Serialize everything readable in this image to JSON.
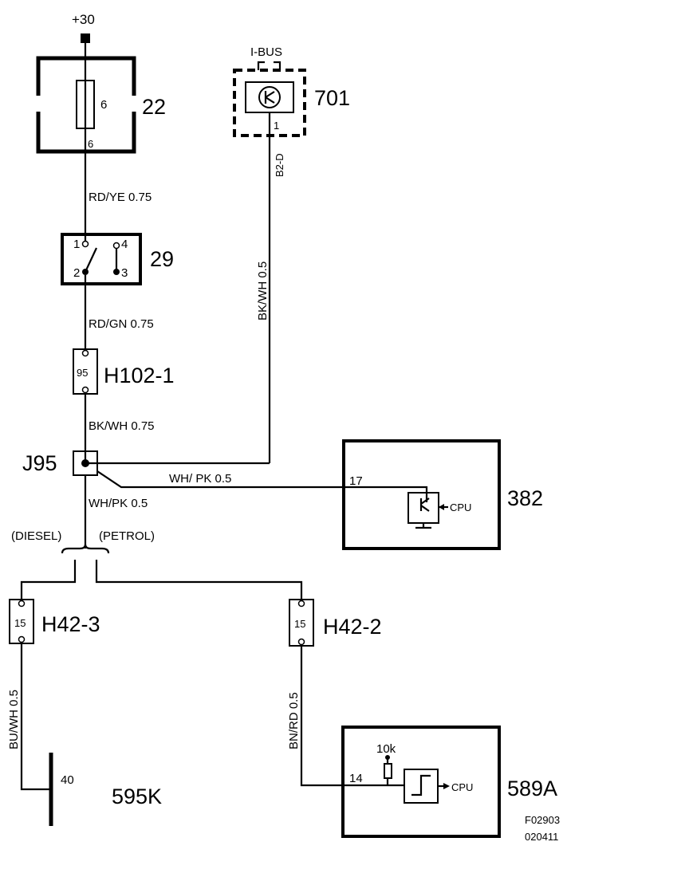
{
  "supply": {
    "label": "+30"
  },
  "components": {
    "fuse_box_22": {
      "id": "22",
      "pin_top": "6",
      "pin_bottom": "6"
    },
    "module_701": {
      "id": "701",
      "bus_label": "I-BUS",
      "pin": "1",
      "connector": "B2-D"
    },
    "switch_29": {
      "id": "29",
      "pins": [
        "1",
        "2",
        "3",
        "4"
      ]
    },
    "connector_h102_1": {
      "id": "H102-1",
      "pin": "95"
    },
    "junction_j95": {
      "id": "J95"
    },
    "module_382": {
      "id": "382",
      "pin": "17",
      "cpu_label": "CPU"
    },
    "connector_h42_3": {
      "id": "H42-3",
      "pin": "15"
    },
    "connector_h42_2": {
      "id": "H42-2",
      "pin": "15"
    },
    "ground_595k": {
      "id": "595K",
      "pin": "40"
    },
    "module_589a": {
      "id": "589A",
      "pin": "14",
      "resistor": "10k",
      "cpu_label": "CPU"
    }
  },
  "wires": {
    "w1": "RD/YE  0.75",
    "w2": "RD/GN  0.75",
    "w3": "BK/WH  0.75",
    "w4": "BK/WH  0.5",
    "w5": "WH/ PK  0.5",
    "w6": "WH/PK  0.5",
    "w7": "BU/WH  0.5",
    "w8": "BN/RD  0.5"
  },
  "variants": {
    "diesel": "(DIESEL)",
    "petrol": "(PETROL)"
  },
  "footer": {
    "drawing_no": "F02903",
    "date_code": "020411"
  }
}
